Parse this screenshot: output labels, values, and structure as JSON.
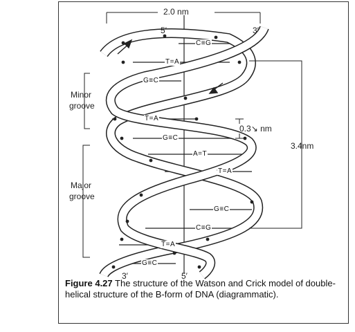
{
  "diagram": {
    "width_label": "2.0 nm",
    "prime_labels": {
      "top_left": "5′",
      "top_right": "3′",
      "bottom_left": "3′",
      "bottom_right": "5′"
    },
    "minor_groove": [
      "Minor",
      "groove"
    ],
    "major_groove": [
      "Major",
      "groove"
    ],
    "rise_label": "0.3",
    "rise_unit": "nm",
    "pitch_label": "3.4nm",
    "base_pairs": [
      "C≡G",
      "T=A",
      "G≡C",
      "T=A",
      "G≡C",
      "A=T",
      "T=A",
      "G≡C",
      "C≡G",
      "T=A",
      "G≡C"
    ]
  },
  "caption": {
    "figure_number": "Figure 4.27",
    "text": "The structure of the Watson and Crick model of double-helical structure of the B-form of DNA (diagrammatic)."
  },
  "colors": {
    "ink": "#222222",
    "strand_fill": "#ffffff",
    "frame": "#333333"
  }
}
